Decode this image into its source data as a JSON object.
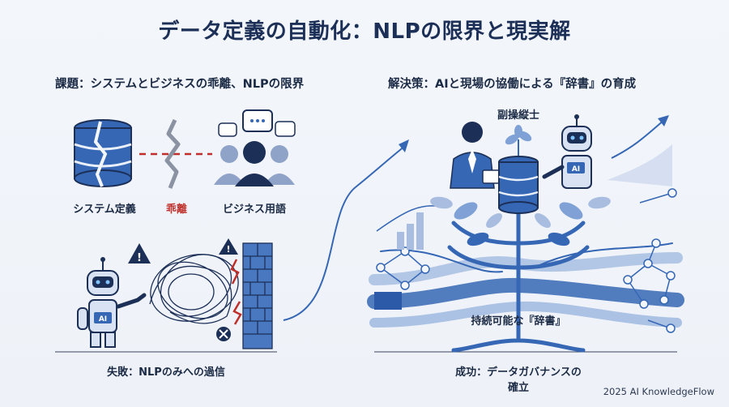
{
  "title": "データ定義の自動化：NLPの限界と現実解",
  "left": {
    "heading": "課題：システムとビジネスの乖離、NLPの限界",
    "system_label": "システム定義",
    "gap_label": "乖離",
    "business_label": "ビジネス用語",
    "failure_caption": "失敗：NLPのみへの過信",
    "robot_badge": "AI"
  },
  "right": {
    "heading": "解決策：AIと現場の協働による『辞書』の育成",
    "copilot_label": "副操縦士",
    "dictionary_label": "持続可能な『辞書』",
    "success_caption": "成功：データガバナンスの確立",
    "robot_badge": "AI"
  },
  "footer": "2025 AI KnowledgeFlow",
  "colors": {
    "accent": "#3567b5",
    "accent_light": "#7fa1d6",
    "danger": "#c0302b",
    "dark": "#1c2f57"
  }
}
